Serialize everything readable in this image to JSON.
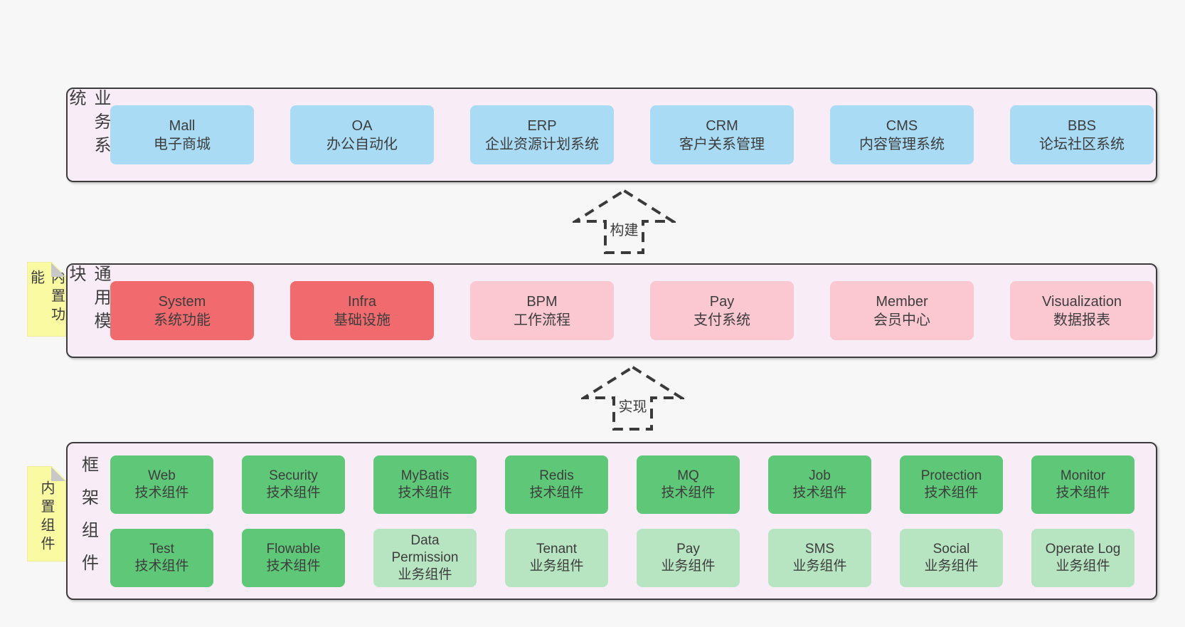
{
  "colors": {
    "page_bg": "#f7f7f7",
    "band_bg": "#f8edf6",
    "band_border": "#3c3c3c",
    "arrow_stroke": "#3a3a3a",
    "text": "#3d3d3d",
    "blue": "#a9dbf4",
    "red": "#f16a6e",
    "pink": "#fbc7d1",
    "green": "#5ec878",
    "light_green": "#b8e5c1",
    "sticky_yellow": "#fafaa2",
    "fold_gray": "#c8c8c8"
  },
  "arrows": [
    {
      "id": "build",
      "label": "构建"
    },
    {
      "id": "implement",
      "label": "实现"
    }
  ],
  "stickies": [
    {
      "id": "builtin-features",
      "label": "内置功能"
    },
    {
      "id": "builtin-components",
      "label": "内置组件"
    }
  ],
  "bands": [
    {
      "id": "business-systems",
      "label": "业务系统",
      "rows": [
        [
          {
            "name": "Mall",
            "desc": "电子商城",
            "color": "blue"
          },
          {
            "name": "OA",
            "desc": "办公自动化",
            "color": "blue"
          },
          {
            "name": "ERP",
            "desc": "企业资源计划系统",
            "color": "blue"
          },
          {
            "name": "CRM",
            "desc": "客户关系管理",
            "color": "blue"
          },
          {
            "name": "CMS",
            "desc": "内容管理系统",
            "color": "blue"
          },
          {
            "name": "BBS",
            "desc": "论坛社区系统",
            "color": "blue"
          }
        ]
      ]
    },
    {
      "id": "common-modules",
      "label": "通用模块",
      "rows": [
        [
          {
            "name": "System",
            "desc": "系统功能",
            "color": "red"
          },
          {
            "name": "Infra",
            "desc": "基础设施",
            "color": "red"
          },
          {
            "name": "BPM",
            "desc": "工作流程",
            "color": "pink"
          },
          {
            "name": "Pay",
            "desc": "支付系统",
            "color": "pink"
          },
          {
            "name": "Member",
            "desc": "会员中心",
            "color": "pink"
          },
          {
            "name": "Visualization",
            "desc": "数据报表",
            "color": "pink"
          }
        ]
      ]
    },
    {
      "id": "framework-components",
      "label": "框架组件",
      "rows": [
        [
          {
            "name": "Web",
            "desc": "技术组件",
            "color": "green"
          },
          {
            "name": "Security",
            "desc": "技术组件",
            "color": "green"
          },
          {
            "name": "MyBatis",
            "desc": "技术组件",
            "color": "green"
          },
          {
            "name": "Redis",
            "desc": "技术组件",
            "color": "green"
          },
          {
            "name": "MQ",
            "desc": "技术组件",
            "color": "green"
          },
          {
            "name": "Job",
            "desc": "技术组件",
            "color": "green"
          },
          {
            "name": "Protection",
            "desc": "技术组件",
            "color": "green"
          },
          {
            "name": "Monitor",
            "desc": "技术组件",
            "color": "green"
          }
        ],
        [
          {
            "name": "Test",
            "desc": "技术组件",
            "color": "green"
          },
          {
            "name": "Flowable",
            "desc": "技术组件",
            "color": "green"
          },
          {
            "name": "Data Permission",
            "desc": "业务组件",
            "color": "light_green"
          },
          {
            "name": "Tenant",
            "desc": "业务组件",
            "color": "light_green"
          },
          {
            "name": "Pay",
            "desc": "业务组件",
            "color": "light_green"
          },
          {
            "name": "SMS",
            "desc": "业务组件",
            "color": "light_green"
          },
          {
            "name": "Social",
            "desc": "业务组件",
            "color": "light_green"
          },
          {
            "name": "Operate Log",
            "desc": "业务组件",
            "color": "light_green"
          }
        ]
      ]
    }
  ]
}
